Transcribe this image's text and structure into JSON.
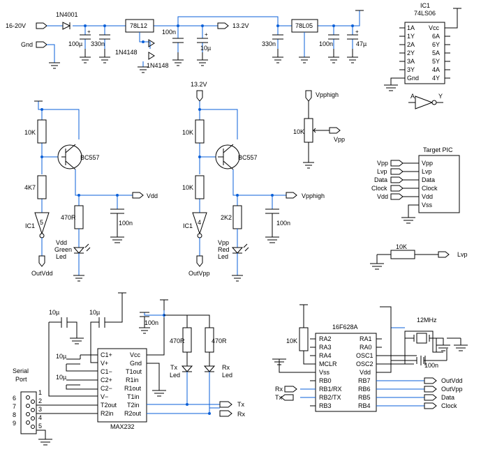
{
  "power_supply": {
    "input_voltage": "16-20V",
    "gnd": "Gnd",
    "diode_in": "1N4001",
    "cap1": "100µ",
    "cap2": "330n",
    "reg1": "78L12",
    "diode_a": "1N4148",
    "diode_b": "1N4148",
    "cap3": "100n",
    "cap4": "10µ",
    "rail_132": "13.2V",
    "cap5": "330n",
    "reg2": "78L05",
    "cap6": "100n",
    "cap7": "47µ"
  },
  "ic_74ls06": {
    "ref": "IC1",
    "part": "74LS06",
    "left_pins": [
      "1A",
      "1Y",
      "2A",
      "2Y",
      "3A",
      "3Y",
      "Gnd"
    ],
    "right_pins": [
      "Vcc",
      "6A",
      "6Y",
      "5A",
      "5Y",
      "4A",
      "4Y"
    ],
    "gate_in": "A",
    "gate_out": "Y"
  },
  "vdd_stage": {
    "r1": "10K",
    "r2": "4K7",
    "transistor": "BC557",
    "out_label": "Vdd",
    "r3": "470R",
    "cap": "100n",
    "ic": "IC1",
    "gate_num": "5",
    "led_label_1": "Vdd",
    "led_label_2": "Green",
    "led_label_3": "Led",
    "bottom": "OutVdd"
  },
  "vpp_stage": {
    "top": "13.2V",
    "r1": "10K",
    "r2": "10K",
    "transistor": "BC557",
    "out_label": "Vpphigh",
    "r3": "2K2",
    "cap": "100n",
    "ic": "IC1",
    "gate_num": "4",
    "led_label_1": "Vpp",
    "led_label_2": "Red",
    "led_label_3": "Led",
    "bottom": "OutVpp"
  },
  "pot": {
    "top": "Vpphigh",
    "value": "10K",
    "wiper": "Vpp"
  },
  "target_pic": {
    "title": "Target PIC",
    "pins": [
      "Vpp",
      "Lvp",
      "Data",
      "Clock",
      "Vdd",
      "Vss"
    ],
    "signals": [
      "Vpp",
      "Lvp",
      "Data",
      "Clock",
      "Vdd"
    ]
  },
  "lvp_res": {
    "value": "10K",
    "label": "Lvp"
  },
  "max232": {
    "part": "MAX232",
    "left_pins": [
      "C1+",
      "V+",
      "C1−",
      "C2+",
      "C2−",
      "V−",
      "T2out",
      "R2in"
    ],
    "right_pins": [
      "Vcc",
      "Gnd",
      "T1out",
      "R1in",
      "R1out",
      "T1in",
      "T2in",
      "R2out"
    ],
    "caps": [
      "10µ",
      "10µ",
      "10µ",
      "10µ",
      "100n"
    ],
    "r_tx": "470R",
    "r_rx": "470R",
    "tx_led": [
      "Tx",
      "Led"
    ],
    "rx_led": [
      "Rx",
      "Led"
    ],
    "tx": "Tx",
    "rx": "Rx",
    "serial_title_1": "Serial",
    "serial_title_2": "Port",
    "db9_pins": [
      "6",
      "7",
      "8",
      "9",
      "1",
      "2",
      "3",
      "4",
      "5"
    ]
  },
  "pic16f628a": {
    "part": "16F628A",
    "left_pins": [
      "RA2",
      "RA3",
      "RA4",
      "MCLR",
      "Vss",
      "RB0",
      "RB1/RX",
      "RB2/TX",
      "RB3"
    ],
    "right_pins": [
      "RA1",
      "RA0",
      "OSC1",
      "OSC2",
      "Vdd",
      "RB7",
      "RB6",
      "RB5",
      "RB4"
    ],
    "r_mclr": "10K",
    "crystal": "12MHz",
    "cap": "100n",
    "rx": "Rx",
    "tx": "Tx",
    "outputs": [
      "OutVdd",
      "OutVpp",
      "Data",
      "Clock"
    ]
  }
}
